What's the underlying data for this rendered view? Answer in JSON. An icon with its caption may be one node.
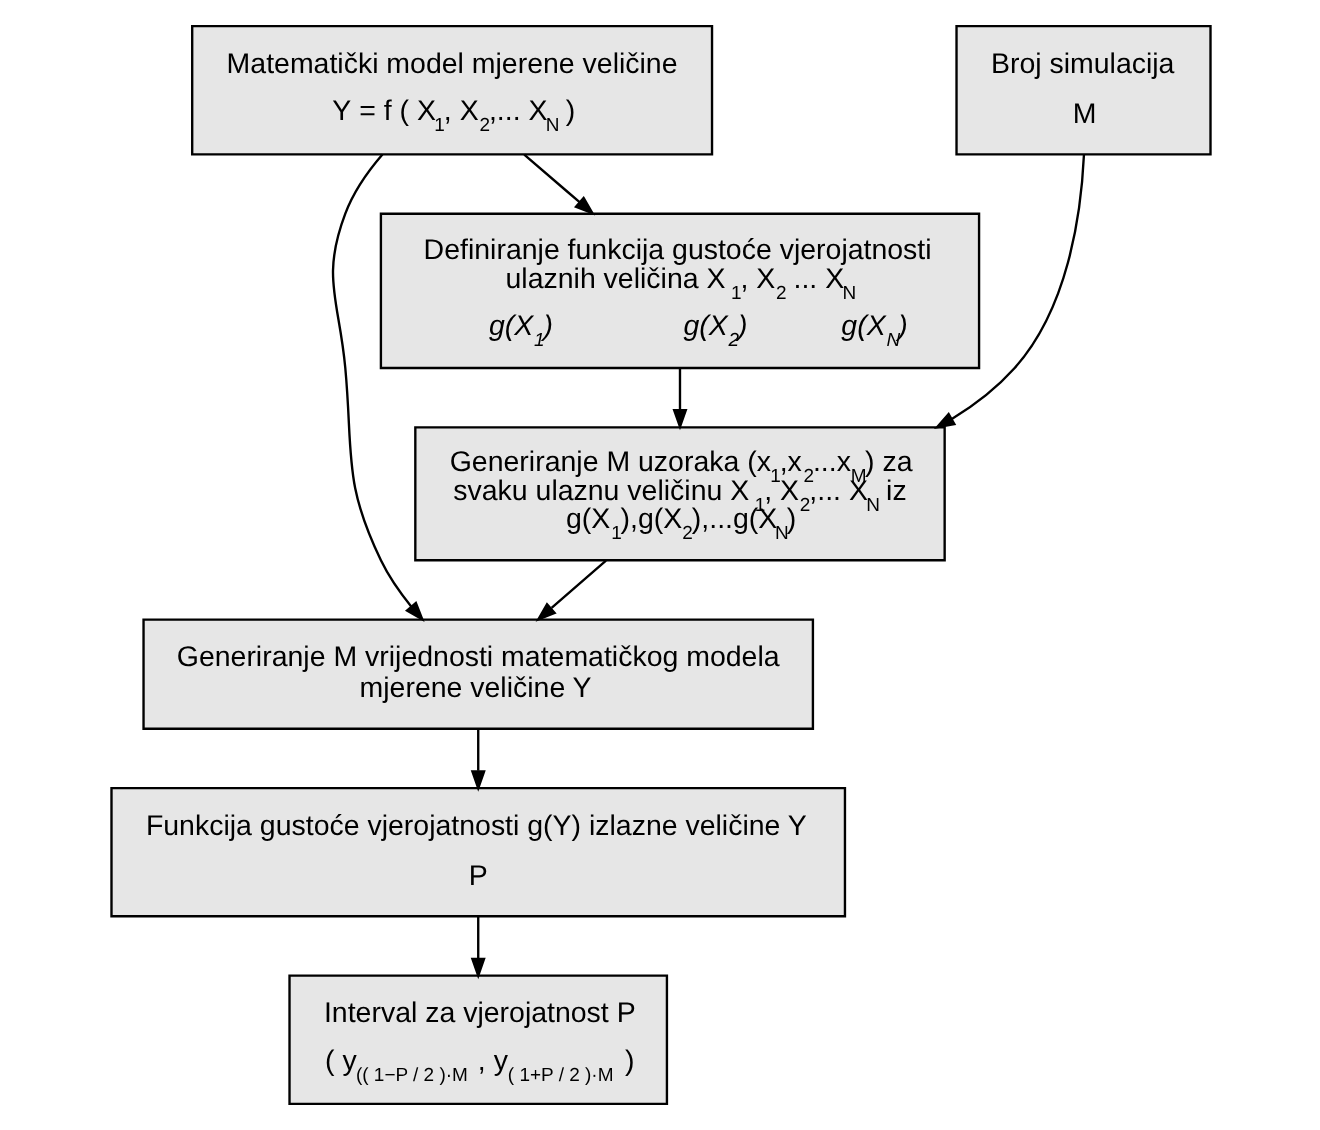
{
  "diagram": {
    "nodes": [
      {
        "text": [
          "Matematički model mjerene veličine",
          "Y = f ( X$_{1}$, X$_{2}$,... X$_{N}$ )"
        ]
      },
      {
        "text": [
          "Broj simulacija",
          "M"
        ]
      },
      {
        "text": [
          "Definiranje funkcija gustoće vjerojatnosti ulaznih veličina X$_{1}$, X$_{2}$ ... X$_{N}$",
          "g(X$_{1}$)",
          "g(X$_{2}$)",
          "g(X$_{N}$)"
        ]
      },
      {
        "text": [
          "Generiranje M uzoraka (x$_{1}$,x$_{2}$...x$_{M}$) za svaku ulaznu veličinu X$_{1}$, X$_{2}$,... X$_{N}$ iz g(X$_{1}$),g(X$_{2}$),...g(X$_{N}$)"
        ]
      },
      {
        "text": [
          "Generiranje M vrijednosti matematičkog modela mjerene veličine Y"
        ]
      },
      {
        "text": [
          "Funkcija gustoće vjerojatnosti g(Y) izlazne veličine Y",
          "P"
        ]
      },
      {
        "text": [
          "Interval za vjerojatnost P",
          "( y$_{(( 1−P / 2 )·M}$ , y$_{( 1+P / 2 )·M}$ )"
        ]
      }
    ],
    "edges": [
      {
        "from": 0,
        "to": 2,
        "arrow": "to"
      },
      {
        "from": 0,
        "to": 4,
        "arrow": "to"
      },
      {
        "from": 1,
        "to": 3,
        "arrow": "to"
      },
      {
        "from": 2,
        "to": 3,
        "arrow": "to"
      },
      {
        "from": 3,
        "to": 4,
        "arrow": "to"
      },
      {
        "from": 4,
        "to": 5,
        "arrow": "to"
      },
      {
        "from": 5,
        "to": 6,
        "arrow": "to"
      }
    ]
  }
}
